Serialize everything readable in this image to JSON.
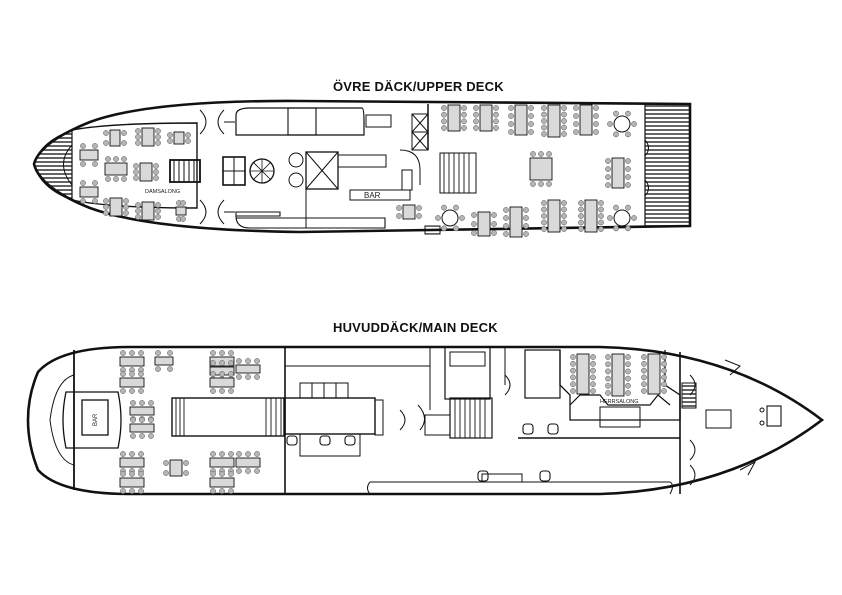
{
  "upper_deck": {
    "title": "ÖVRE DÄCK/UPPER DECK",
    "labels": {
      "damsalong": "DAMSALONG",
      "bar": "BAR"
    }
  },
  "main_deck": {
    "title": "HUVUDDÄCK/MAIN DECK",
    "labels": {
      "bar": "BAR",
      "herrsalong": "HERRSALONG"
    }
  },
  "colors": {
    "line": "#111111",
    "table": "#d9d9d9",
    "chair": "#b5b5b5"
  }
}
